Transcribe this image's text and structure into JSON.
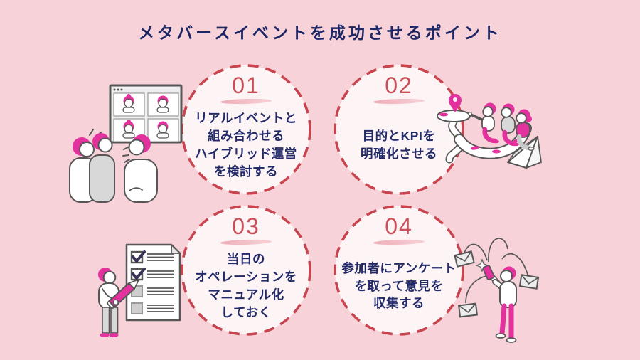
{
  "title": "メタバースイベントを成功させるポイント",
  "points": [
    {
      "number": "01",
      "lines": [
        "リアルイベントと",
        "組み合わせる",
        "ハイブリッド運営",
        "を検討する"
      ]
    },
    {
      "number": "02",
      "lines": [
        "目的とKPIを",
        "明確化させる"
      ]
    },
    {
      "number": "03",
      "lines": [
        "当日の",
        "オペレーションを",
        "マニュアル化",
        "しておく"
      ]
    },
    {
      "number": "04",
      "lines": [
        "参加者にアンケート",
        "を取って意見を",
        "収集する"
      ]
    }
  ],
  "icons": {
    "video-call-illustration": "people talking in front of a 4-tile video call screen",
    "goal-journey-illustration": "three people riding a paper plane along a winding path toward a location pin goal",
    "checklist-illustration": "person with a large pencil ticking boxes on a checklist document",
    "mail-survey-illustration": "person holding up a phone with envelopes flying out on arcs"
  },
  "colors": {
    "background": "#f7d2d8",
    "circle_fill": "#fdf4f6",
    "circle_border": "#c8454f",
    "number_red": "#cb4f58",
    "number_underline": "#edadb8",
    "heading_navy": "#1e2766",
    "body_navy": "#222a68",
    "accent_magenta": "#e3319d",
    "illustration_outline": "#565656",
    "gray_fill": "#d8d8d8"
  }
}
